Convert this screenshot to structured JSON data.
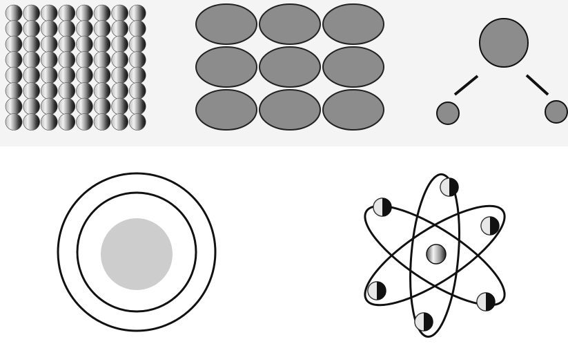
{
  "panels": [
    {
      "name": "sphere-lattice",
      "rows": 8,
      "cols": 8
    },
    {
      "name": "ellipse-grid",
      "rows": 3,
      "cols": 3
    },
    {
      "name": "bonded-molecule",
      "atoms": 3,
      "bonds": 2
    },
    {
      "name": "shell-atom",
      "shells": 2
    },
    {
      "name": "orbital-atom",
      "orbits": 3,
      "electrons": 6
    }
  ],
  "colors": {
    "background": "#ffffff",
    "panel_band": "#f4f4f4",
    "oval_fill": "#8c8c8c",
    "nucleus_fill": "#cdcdcd",
    "stroke": "#111111"
  }
}
